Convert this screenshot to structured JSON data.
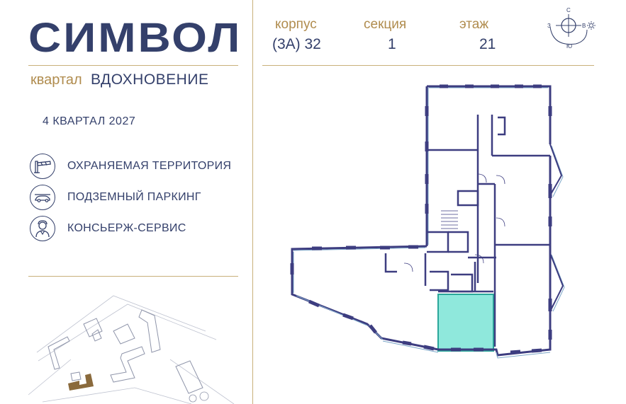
{
  "brand": {
    "logo_text": "СИМВОЛ"
  },
  "quarter": {
    "label": "квартал",
    "name": "ВДОХНОВЕНИЕ"
  },
  "completion": "4 КВАРТАЛ 2027",
  "features": [
    {
      "label": "ОХРАНЯЕМАЯ ТЕРРИТОРИЯ",
      "icon": "barrier-icon"
    },
    {
      "label": "ПОДЗЕМНЫЙ ПАРКИНГ",
      "icon": "car-icon"
    },
    {
      "label": "КОНСЬЕРЖ-СЕРВИС",
      "icon": "concierge-icon"
    }
  ],
  "apartment_info": {
    "building": {
      "label": "корпус",
      "value": "(3А) 32"
    },
    "section": {
      "label": "секция",
      "value": "1"
    },
    "floor": {
      "label": "этаж",
      "value": "21"
    }
  },
  "compass": {
    "north": "С",
    "south": "Ю",
    "west": "З",
    "east": "В"
  },
  "colors": {
    "navy": "#34406b",
    "gold": "#b08c4e",
    "highlight": "#8fe8dc",
    "highlight_stroke": "#2aa79a",
    "site_building": "#8a6a3c"
  }
}
